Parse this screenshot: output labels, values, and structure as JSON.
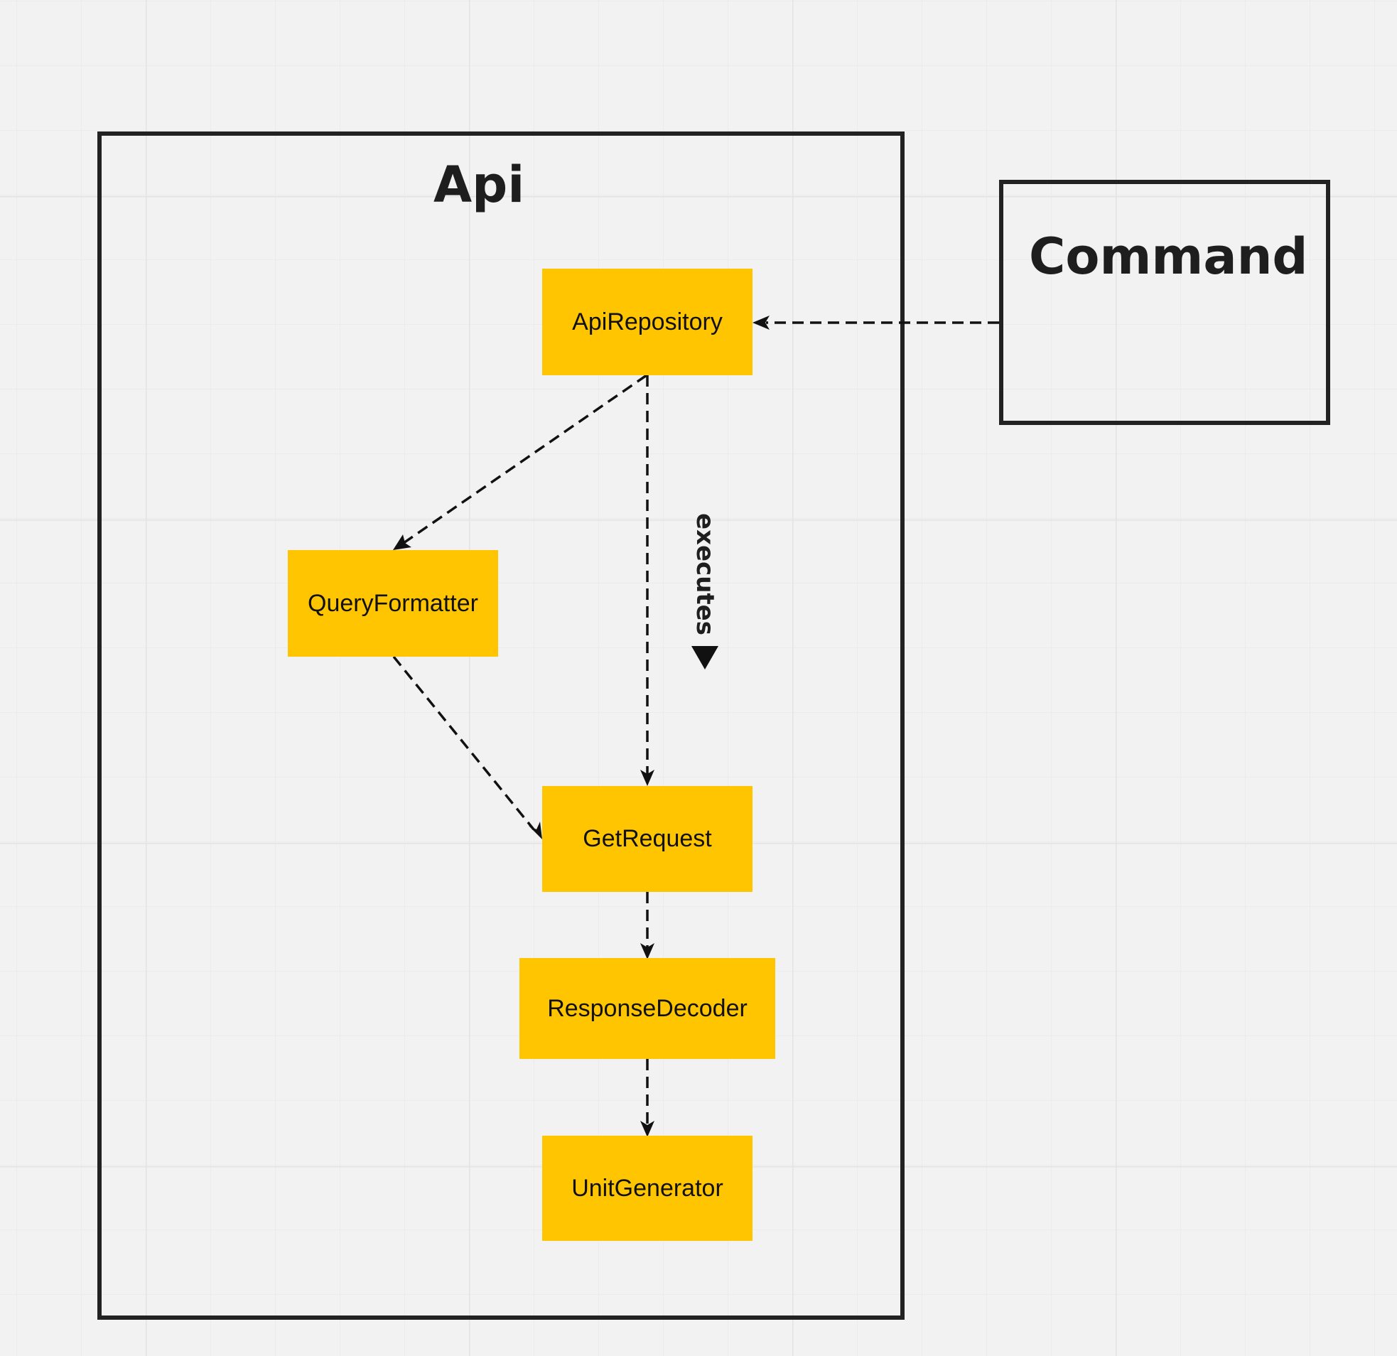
{
  "frames": {
    "api": {
      "title": "Api"
    },
    "command": {
      "title": "Command"
    }
  },
  "nodes": {
    "api_repository": "ApiRepository",
    "query_formatter": "QueryFormatter",
    "get_request": "GetRequest",
    "response_decoder": "ResponseDecoder",
    "unit_generator": "UnitGenerator"
  },
  "edges": [
    {
      "from": "Command",
      "to": "ApiRepository",
      "style": "dashed"
    },
    {
      "from": "ApiRepository",
      "to": "QueryFormatter",
      "style": "dashed"
    },
    {
      "from": "ApiRepository",
      "to": "GetRequest",
      "style": "dashed",
      "label": "executes"
    },
    {
      "from": "QueryFormatter",
      "to": "GetRequest",
      "style": "dashed"
    },
    {
      "from": "GetRequest",
      "to": "ResponseDecoder",
      "style": "dashed"
    },
    {
      "from": "ResponseDecoder",
      "to": "UnitGenerator",
      "style": "dashed"
    }
  ],
  "edge_labels": {
    "executes": "executes"
  },
  "colors": {
    "node_fill": "#ffc501",
    "frame_stroke": "#222222",
    "edge": "#111111",
    "canvas": "#f2f2f2"
  }
}
